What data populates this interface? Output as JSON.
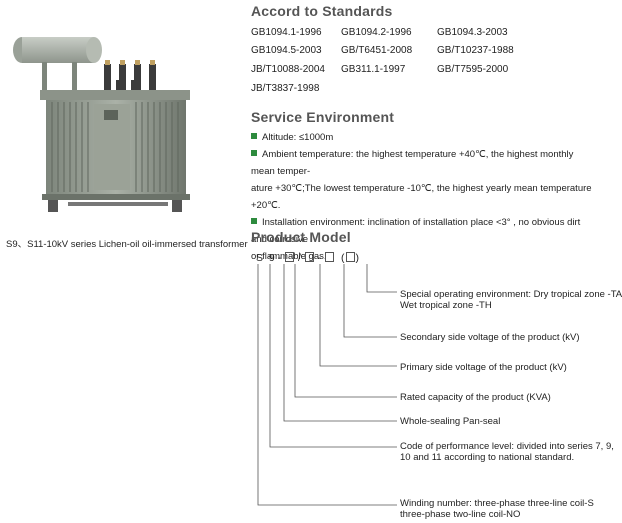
{
  "standards": {
    "heading": "Accord to Standards",
    "items": [
      "GB1094.1-1996",
      "GB1094.2-1996",
      "GB1094.3-2003",
      "GB1094.5-2003",
      "GB/T6451-2008",
      "GB/T10237-1988",
      "JB/T10088-2004",
      "GB311.1-1997",
      "GB/T7595-2000",
      "JB/T3837-1998"
    ]
  },
  "environment": {
    "heading": "Service Environment",
    "altitude": "Altitude: ≤1000m",
    "ambient_line1": "Ambient temperature: the highest temperature +40℃, the highest monthly mean temper-",
    "ambient_line2": "ature +30℃;The lowest temperature -10℃, the highest yearly mean temperature +20℃.",
    "install_line1": "Installation environment: inclination of installation place <3° , no obvious dirt and corrosive",
    "install_line2": "or flammable gas."
  },
  "product": {
    "caption": "S9、S11-10kV series Lichen-oil oil-immersed transformer"
  },
  "model": {
    "heading": "Product Model",
    "code": {
      "s": "S",
      "nine": "9",
      "dash1": "-",
      "slash": "/",
      "dash2": "-",
      "paren_open": "(",
      "paren_close": ")"
    },
    "descriptions": {
      "special_env_1": "Special operating environment: Dry tropical zone -TA",
      "special_env_2": "Wet tropical zone -TH",
      "secondary": "Secondary side voltage of the product (kV)",
      "primary": "Primary side voltage of the product (kV)",
      "capacity": "Rated capacity of the product (KVA)",
      "sealing": "Whole-sealing Pan-seal",
      "perf_1": "Code of performance level: divided into series 7, 9,",
      "perf_2": "10 and 11 according to national standard.",
      "winding_1": "Winding number: three-phase three-line coil-S",
      "winding_2": "three-phase two-line coil-NO"
    }
  },
  "colors": {
    "bullet": "#2e8b3e",
    "heading": "#555555",
    "tank": "#8a9187"
  }
}
